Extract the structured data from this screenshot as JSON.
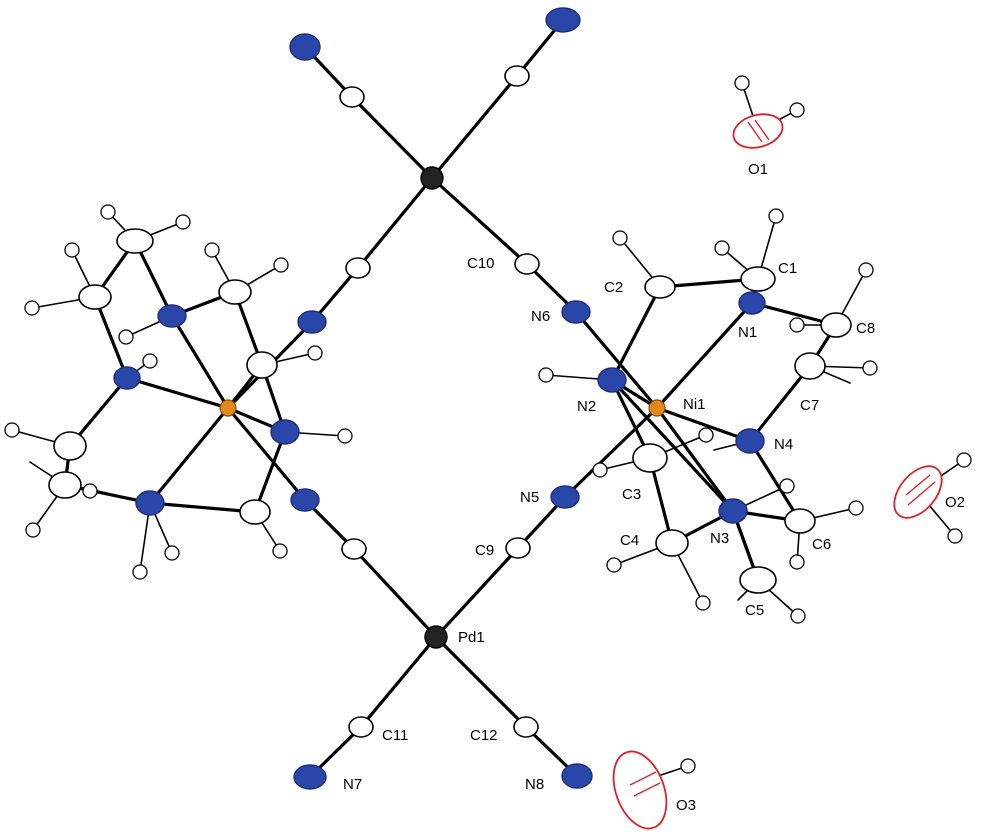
{
  "labels": {
    "O1": "O1",
    "O2": "O2",
    "O3": "O3",
    "C1": "C1",
    "C2": "C2",
    "C3": "C3",
    "C4": "C4",
    "C5": "C5",
    "C6": "C6",
    "C7": "C7",
    "C8": "C8",
    "C9": "C9",
    "C10": "C10",
    "C11": "C11",
    "C12": "C12",
    "N1": "N1",
    "N2": "N2",
    "N3": "N3",
    "N4": "N4",
    "N5": "N5",
    "N6": "N6",
    "N7": "N7",
    "N8": "N8",
    "Ni1": "Ni1",
    "Pd1": "Pd1"
  },
  "colors": {
    "carbon": "#ffffff",
    "nitrogen": "#2a46a8",
    "oxygen": "#d8232a",
    "nickel": "#e08a1e",
    "palladium": "#222222",
    "bond": "#000000"
  }
}
